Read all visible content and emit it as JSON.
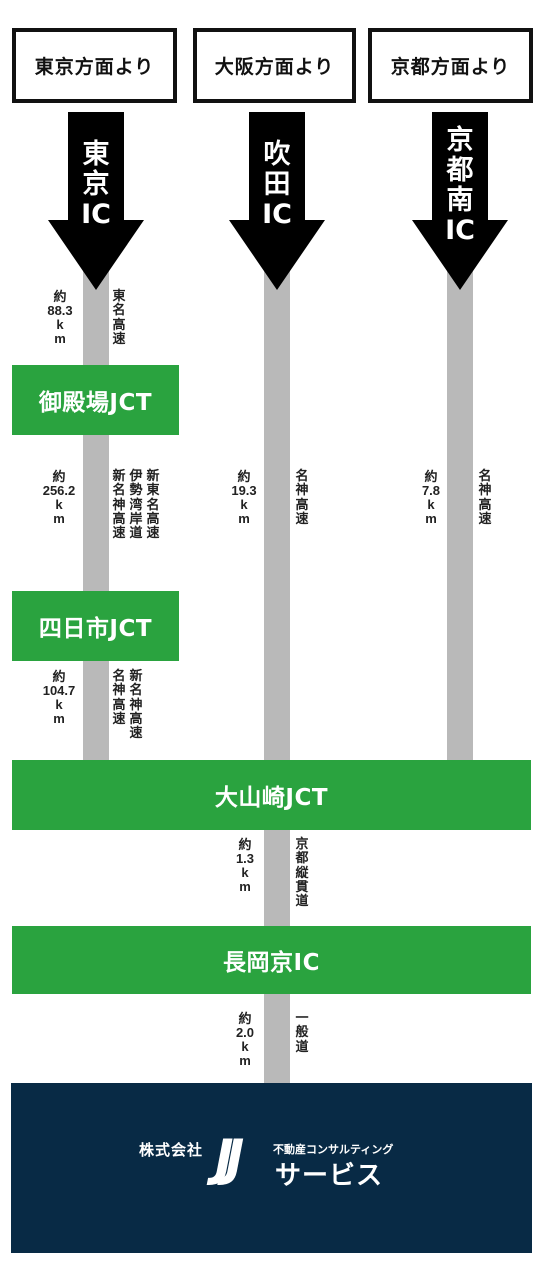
{
  "origins": [
    {
      "label": "東京方面より",
      "ic": [
        "東",
        "京",
        "IC"
      ]
    },
    {
      "label": "大阪方面より",
      "ic": [
        "吹",
        "田",
        "IC"
      ]
    },
    {
      "label": "京都方面より",
      "ic": [
        "京",
        "都",
        "南",
        "IC"
      ]
    }
  ],
  "junctions": {
    "gotemba": "御殿場JCT",
    "yokkaichi": "四日市JCT",
    "oyamazaki": "大山崎JCT",
    "nagaokakyo": "長岡京IC"
  },
  "segments": {
    "tokyo_1": {
      "distance": [
        "約",
        "88.3",
        "k",
        "m"
      ],
      "roads": [
        [
          "東",
          "名",
          "高",
          "速"
        ]
      ]
    },
    "tokyo_2": {
      "distance": [
        "約",
        "256.2",
        "k",
        "m"
      ],
      "roads": [
        [
          "新",
          "東",
          "名",
          "高",
          "速"
        ],
        [
          "伊",
          "勢",
          "湾",
          "岸",
          "道"
        ],
        [
          "新",
          "名",
          "神",
          "高",
          "速"
        ]
      ]
    },
    "tokyo_3": {
      "distance": [
        "約",
        "104.7",
        "k",
        "m"
      ],
      "roads": [
        [
          "新",
          "名",
          "神",
          "高",
          "速"
        ],
        [
          "名",
          "神",
          "高",
          "速"
        ]
      ]
    },
    "osaka": {
      "distance": [
        "約",
        "19.3",
        "k",
        "m"
      ],
      "roads": [
        [
          "名",
          "神",
          "高",
          "速"
        ]
      ]
    },
    "kyoto": {
      "distance": [
        "約",
        "7.8",
        "k",
        "m"
      ],
      "roads": [
        [
          "名",
          "神",
          "高",
          "速"
        ]
      ]
    },
    "oyamazaki_nagaokakyo": {
      "distance": [
        "約",
        "1.3",
        "k",
        "m"
      ],
      "roads": [
        [
          "京",
          "都",
          "縦",
          "貫",
          "道"
        ]
      ]
    },
    "nagaokakyo_dest": {
      "distance": [
        "約",
        "2.0",
        "k",
        "m"
      ],
      "roads": [
        [
          "一",
          "般",
          "道"
        ]
      ]
    }
  },
  "logo": {
    "prefix": "株式会社",
    "mark": "JJ",
    "tagline": "不動産コンサルティング",
    "name": "サービス"
  },
  "colors": {
    "junction_green": "#2aa33f",
    "road_gray": "#b9b9b9",
    "arrow_black": "#000000",
    "footer_navy": "#082a45"
  }
}
